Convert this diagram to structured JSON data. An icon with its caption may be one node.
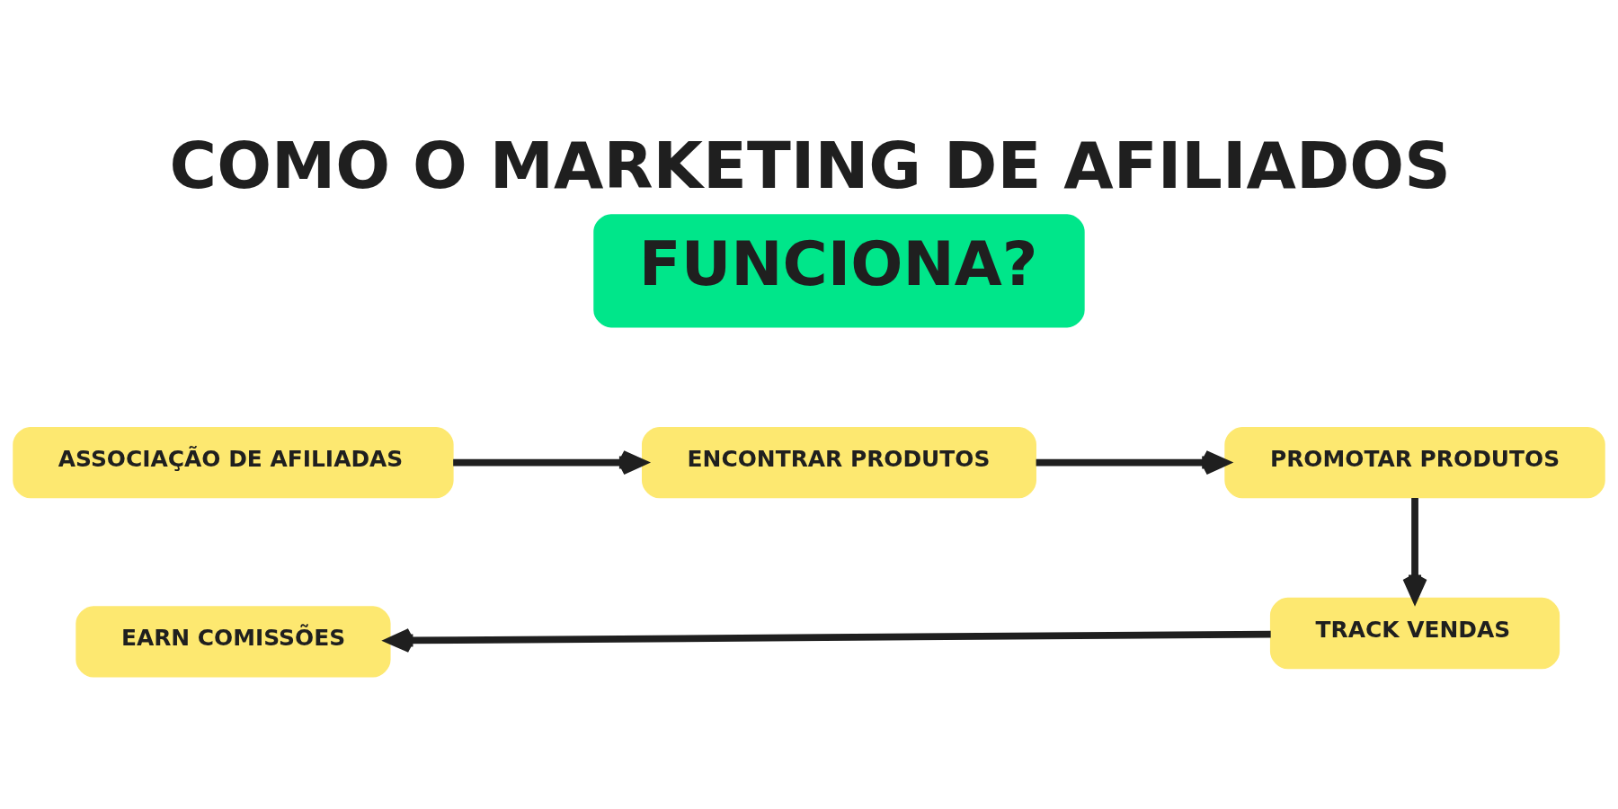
{
  "diagram": {
    "title": "COMO O MARKETING DE AFILIADOS",
    "nodes": [
      {
        "text": [
          "ENCONTRAR PRODUTOS"
        ]
      },
      {
        "text": [
          "ASSOCIAÇÃO DE AFILIADAS"
        ]
      },
      {
        "text": [
          "PROMOTAR PRODUTOS"
        ]
      },
      {
        "text": [
          "FUNCIONA?"
        ]
      },
      {
        "text": [
          "EARN COMISSÕES"
        ]
      },
      {
        "text": [
          "TRACK VENDAS"
        ]
      }
    ],
    "edges": [
      {
        "from": 1,
        "to": 0,
        "arrow": "to"
      },
      {
        "from": 0,
        "to": 2,
        "arrow": "to"
      },
      {
        "from": 2,
        "to": 5,
        "arrow": "to"
      },
      {
        "from": 5,
        "to": 4,
        "arrow": "to"
      }
    ]
  }
}
